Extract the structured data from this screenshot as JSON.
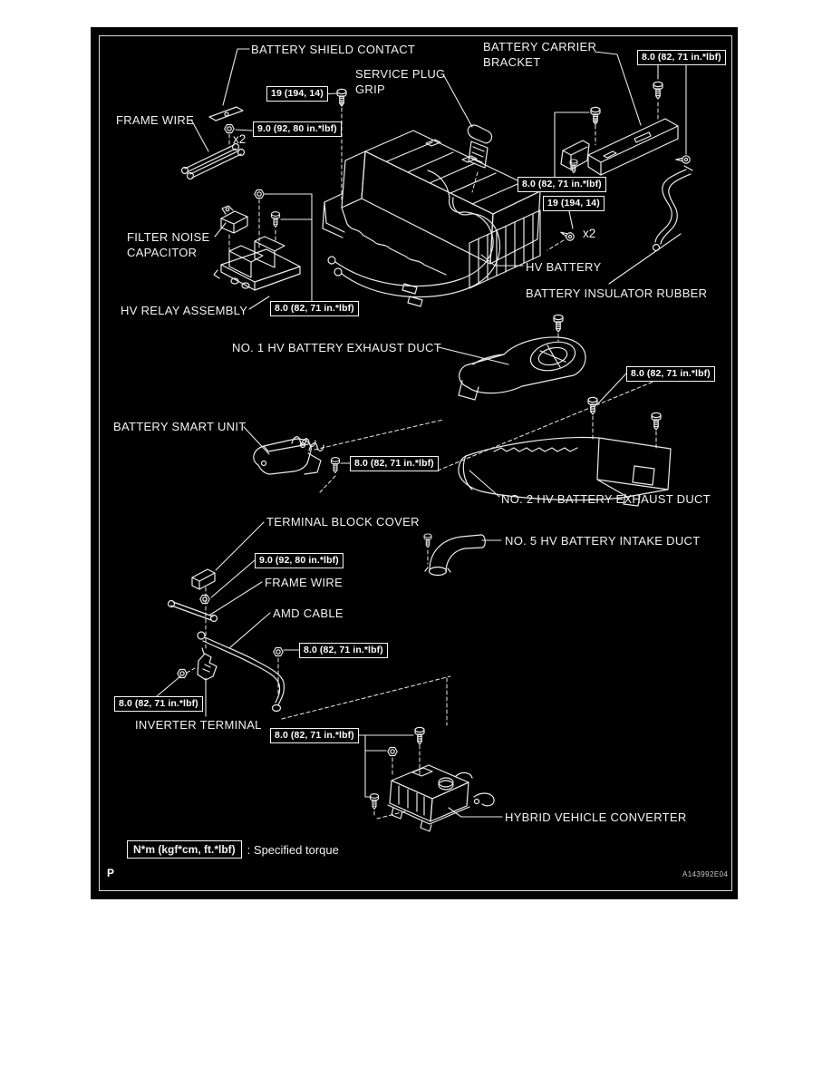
{
  "figure": {
    "page_marker": "P",
    "figure_code": "A143992E04",
    "colors": {
      "panel_background": "#000000",
      "line": "#ebebeb",
      "text": "#f2f2f2"
    }
  },
  "legend": {
    "unit_box": "N*m (kgf*cm, ft.*lbf)",
    "description": ": Specified torque"
  },
  "quantity_markers": {
    "frame_wire_nut": "x2",
    "hv_battery_bolt": "x2"
  },
  "part_labels": {
    "battery_shield_contact": "BATTERY SHIELD CONTACT",
    "battery_carrier_bracket_line1": "BATTERY CARRIER",
    "battery_carrier_bracket_line2": "BRACKET",
    "service_plug_grip_line1": "SERVICE PLUG",
    "service_plug_grip_line2": "GRIP",
    "frame_wire_top": "FRAME WIRE",
    "filter_noise_capacitor_line1": "FILTER NOISE",
    "filter_noise_capacitor_line2": "CAPACITOR",
    "hv_relay_assembly": "HV RELAY ASSEMBLY",
    "hv_battery": "HV BATTERY",
    "battery_insulator_rubber": "BATTERY INSULATOR RUBBER",
    "no1_hv_battery_exhaust_duct": "NO. 1 HV BATTERY EXHAUST DUCT",
    "battery_smart_unit": "BATTERY SMART UNIT",
    "no2_hv_battery_exhaust_duct": "NO. 2 HV BATTERY EXHAUST DUCT",
    "no5_hv_battery_intake_duct": "NO. 5 HV BATTERY INTAKE DUCT",
    "terminal_block_cover": "TERMINAL BLOCK COVER",
    "frame_wire_lower": "FRAME WIRE",
    "amd_cable": "AMD CABLE",
    "inverter_terminal": "INVERTER TERMINAL",
    "hybrid_vehicle_converter": "HYBRID VEHICLE CONVERTER"
  },
  "torque_boxes": [
    {
      "location": "service-plug-bolt",
      "text": "19 (194, 14)"
    },
    {
      "location": "frame-wire-nut",
      "text": "9.0 (92, 80 in.*lbf)"
    },
    {
      "location": "battery-carrier-bracket-right",
      "text": "8.0 (82, 71 in.*lbf)"
    },
    {
      "location": "battery-carrier-bracket-left",
      "text": "8.0 (82, 71 in.*lbf)"
    },
    {
      "location": "hv-battery-bolt",
      "text": "19 (194, 14)"
    },
    {
      "location": "hv-relay-assembly",
      "text": "8.0 (82, 71 in.*lbf)"
    },
    {
      "location": "no2-exhaust-duct",
      "text": "8.0 (82, 71 in.*lbf)"
    },
    {
      "location": "battery-smart-unit",
      "text": "8.0 (82, 71 in.*lbf)"
    },
    {
      "location": "terminal-block",
      "text": "9.0 (92, 80 in.*lbf)"
    },
    {
      "location": "amd-cable",
      "text": "8.0 (82, 71 in.*lbf)"
    },
    {
      "location": "inverter-terminal",
      "text": "8.0 (82, 71 in.*lbf)"
    },
    {
      "location": "hybrid-vehicle-converter",
      "text": "8.0 (82, 71 in.*lbf)"
    }
  ]
}
